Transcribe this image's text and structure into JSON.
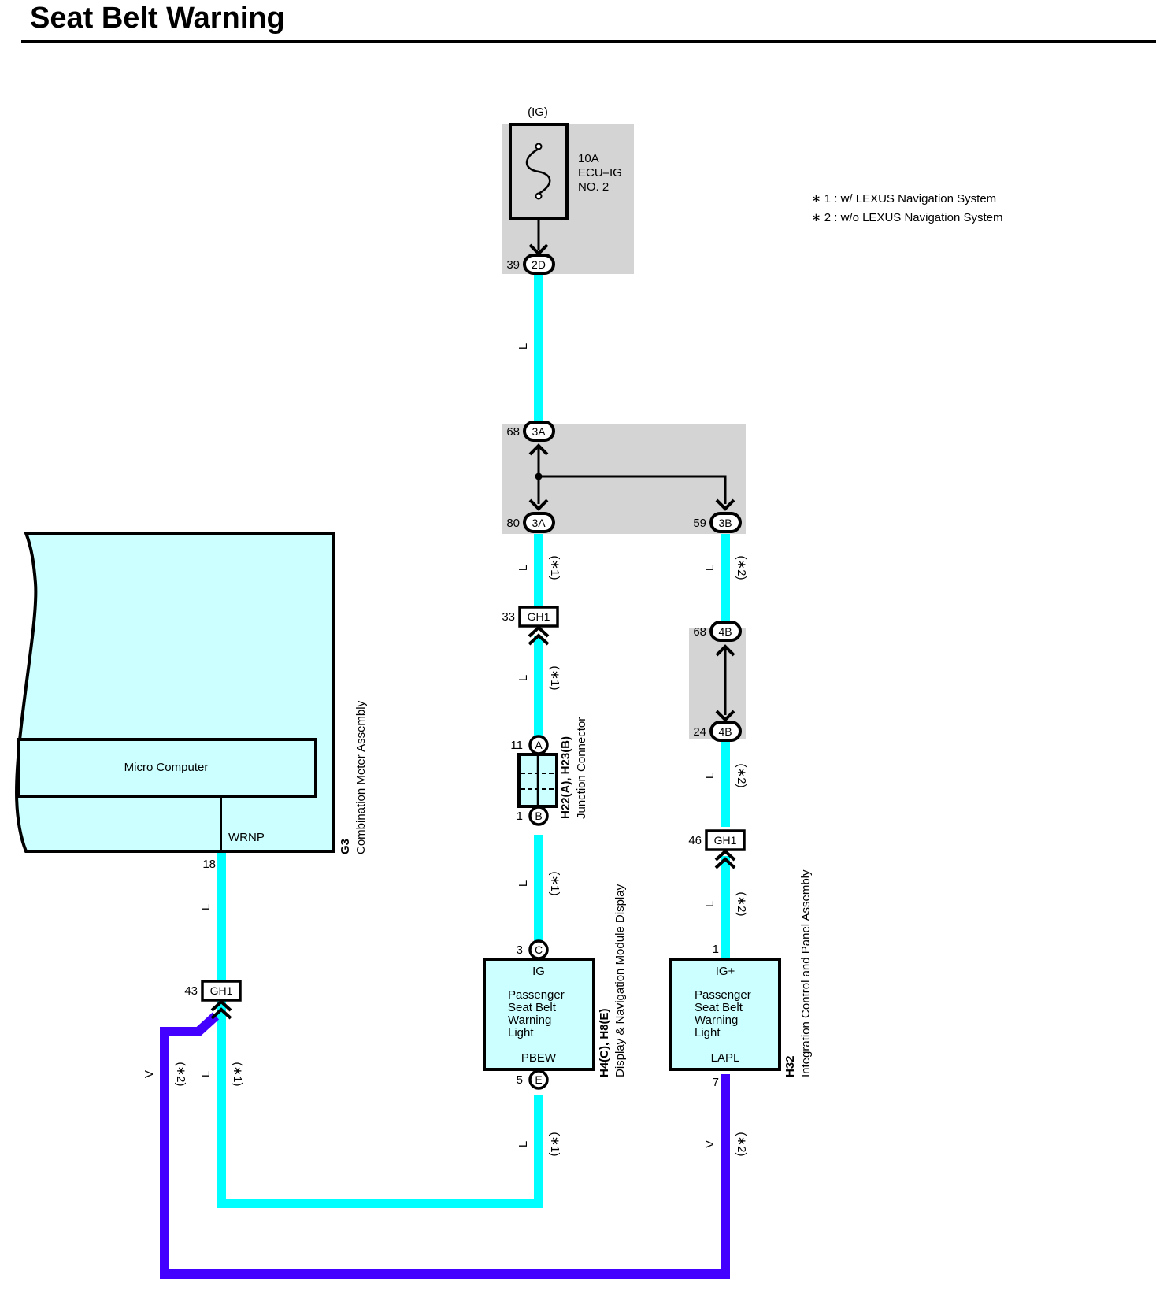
{
  "title": "Seat Belt Warning",
  "colors": {
    "wire_L": "#00ffff",
    "wire_V": "#4400ff",
    "shade": "#d4d4d4",
    "component_fill": "#ccffff"
  },
  "power": {
    "source": "(IG)",
    "fuse": {
      "line1": "10A",
      "line2": "ECU–IG",
      "line3": "NO. 2"
    },
    "fuse_pin": {
      "pin": "39",
      "conn": "2D"
    }
  },
  "notes": {
    "n1": "∗ 1 : w/ LEXUS Navigation System",
    "n2": "∗ 2 : w/o LEXUS Navigation System"
  },
  "junction_block": {
    "top": {
      "pin": "68",
      "conn": "3A"
    },
    "left": {
      "pin": "80",
      "conn": "3A"
    },
    "right": {
      "pin": "59",
      "conn": "3B"
    }
  },
  "conn_4b": {
    "top": {
      "pin": "68",
      "conn": "4B"
    },
    "bottom": {
      "pin": "24",
      "conn": "4B"
    }
  },
  "gh1": {
    "center": {
      "pin": "33",
      "name": "GH1"
    },
    "right": {
      "pin": "46",
      "name": "GH1"
    },
    "left": {
      "pin": "43",
      "name": "GH1"
    }
  },
  "junction_connector": {
    "top_pin": "11",
    "top_letter": "A",
    "bottom_pin": "1",
    "bottom_letter": "B",
    "code": "H22(A), H23(B)",
    "name": "Junction Connector"
  },
  "meter": {
    "inner": "Micro Computer",
    "terminal": "WRNP",
    "pin": "18",
    "code": "G3",
    "name": "Combination Meter Assembly"
  },
  "display": {
    "top_pin": "3",
    "top_letter": "C",
    "bottom_pin": "5",
    "bottom_letter": "E",
    "terminal_top": "IG",
    "l1": "Passenger",
    "l2": "Seat Belt",
    "l3": "Warning",
    "l4": "Light",
    "terminal_bottom": "PBEW",
    "code": "H4(C), H8(E)",
    "name": "Display & Navigation Module Display"
  },
  "icp": {
    "top_pin": "1",
    "bottom_pin": "7",
    "terminal_top": "IG+",
    "l1": "Passenger",
    "l2": "Seat Belt",
    "l3": "Warning",
    "l4": "Light",
    "terminal_bottom": "LAPL",
    "code": "H32",
    "name": "Integration Control and Panel Assembly"
  },
  "wires": {
    "L": "L",
    "V": "V",
    "s1": "(∗1)",
    "s2": "(∗2)"
  }
}
